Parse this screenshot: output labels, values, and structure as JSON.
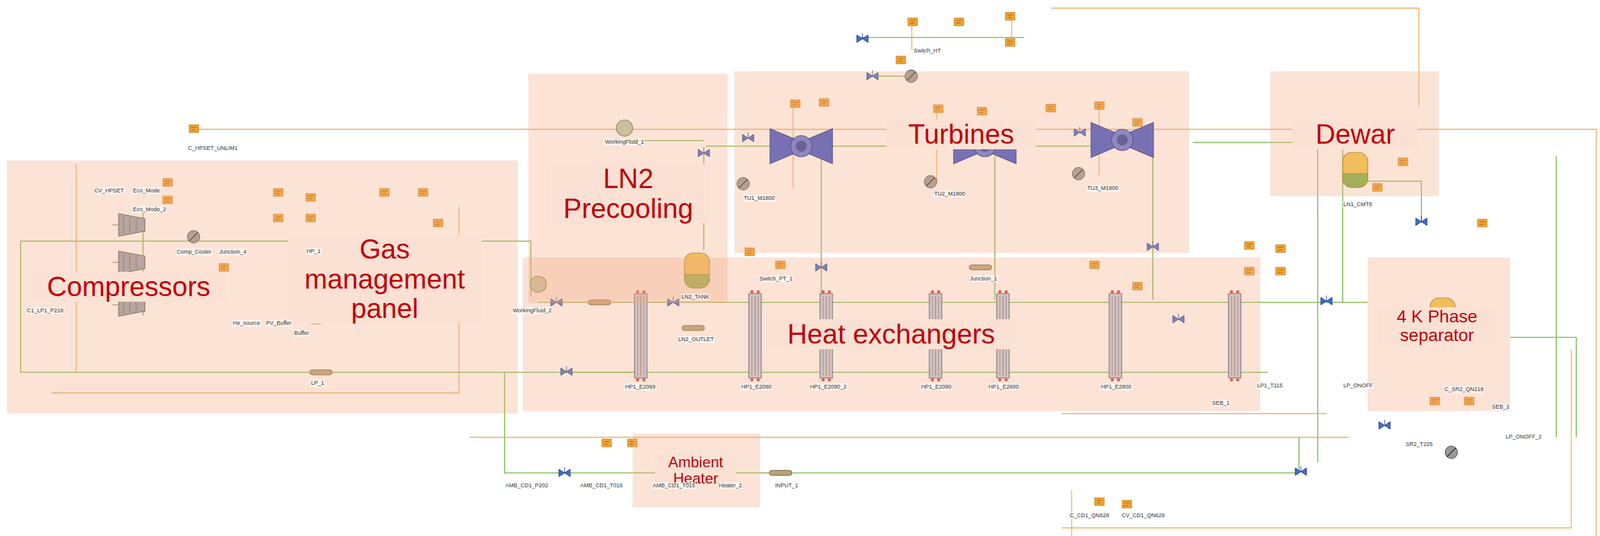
{
  "diagram": {
    "nodes": [
      {
        "text": [
          "LN2 Precooling"
        ]
      },
      {
        "text": [
          "Turbines"
        ]
      },
      {
        "text": [
          "Dewar"
        ]
      },
      {
        "text": [
          "Compressors"
        ]
      },
      {
        "text": [
          "Gas management panel"
        ]
      },
      {
        "text": [
          "Heat exchangers"
        ]
      },
      {
        "text": [
          "4 K Phase separator"
        ]
      },
      {
        "text": [
          "Ambient Heater"
        ]
      }
    ],
    "labels": [
      "C_HPSET_UNLIM1",
      "CV_HPSET",
      "Eco_Mode",
      "Eco_Mode_2",
      "Comp_Cooler",
      "Junction_4",
      "C1_LP1_P218",
      "He_source",
      "PV_Buffer",
      "Buffer",
      "HP_1",
      "LP_1",
      "WorkingFluid_1",
      "WorkingFluid_2",
      "LN2_TANK",
      "LN2_OUTLET",
      "TU1_M1800",
      "TU2_M1800",
      "TU3_M1800",
      "Switch_HT",
      "Switch_PT_1",
      "Junction_1",
      "HP1_E2069",
      "HP1_E2080",
      "HP1_E2090_2",
      "HP1_E2090",
      "HP1_E2600",
      "HP1_E2800",
      "LP1_T115",
      "LP_ONOFF",
      "LN1_CMT8",
      "SEB_1",
      "SEB_2",
      "LP_ONOFF_2",
      "AMB_CD1_P202",
      "AMB_CD1_T016",
      "AMB_CD1_T015",
      "Heater_2",
      "INPUT_1",
      "C_CD1_QN628",
      "CV_CD1_QN628",
      "SR2_T225",
      "C_SR2_QN218"
    ]
  }
}
